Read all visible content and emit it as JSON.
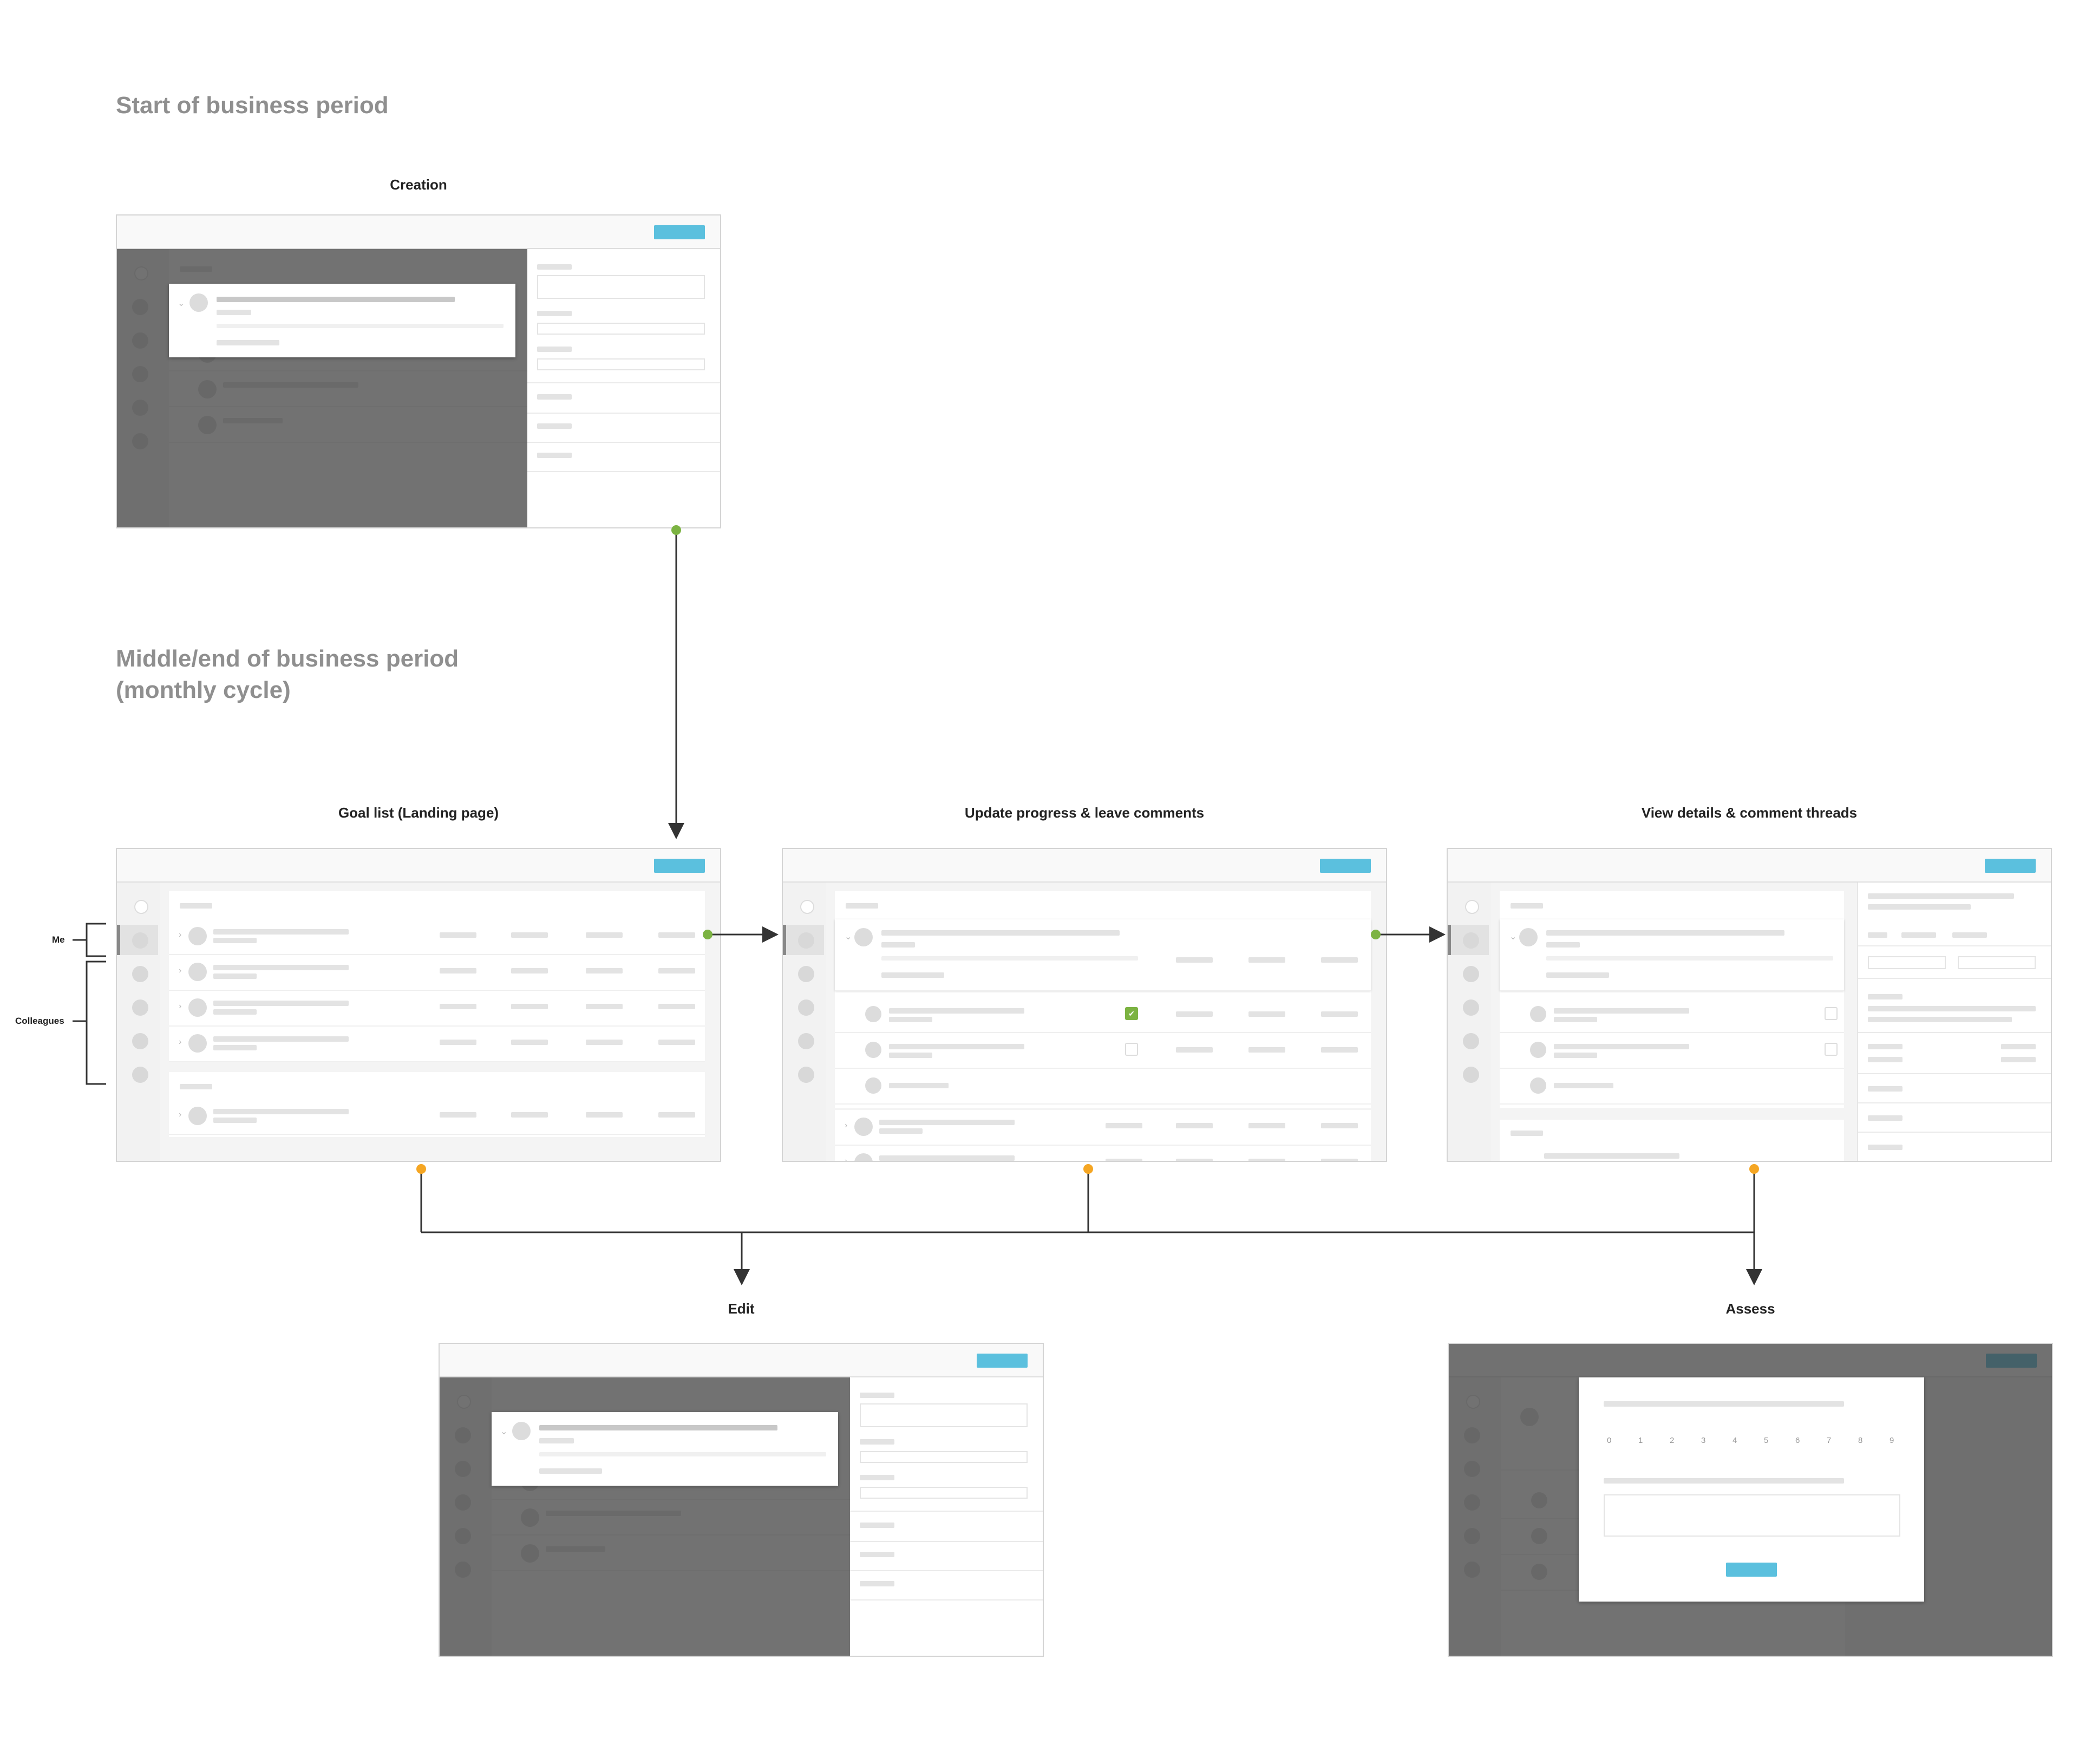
{
  "sections": {
    "start": "Start of business period",
    "middle_line1": "Middle/end of business period",
    "middle_line2": "(monthly cycle)"
  },
  "screens": {
    "creation": "Creation",
    "goal_list": "Goal list (Landing page)",
    "update": "Update progress & leave comments",
    "details": "View details & comment threads",
    "edit": "Edit",
    "assess": "Assess"
  },
  "brackets": {
    "me": "Me",
    "colleagues": "Colleagues"
  },
  "assess_scale": [
    "0",
    "1",
    "2",
    "3",
    "4",
    "5",
    "6",
    "7",
    "8",
    "9"
  ],
  "colors": {
    "primary_button": "#5bc0de",
    "start_dot": "#7cb342",
    "action_dot": "#f5a623",
    "connector": "#333333"
  }
}
